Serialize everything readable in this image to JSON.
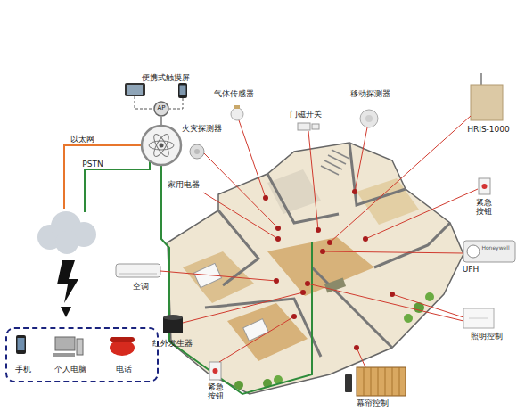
{
  "diagram": {
    "nodes": [
      {
        "text": [
          "AP"
        ]
      },
      {
        "text": [
          "手机",
          "个人电脑",
          "电话"
        ]
      }
    ],
    "labels": [
      "便携式触摸屏",
      "以太网",
      "PSTN",
      "火灾探测器",
      "家用电器",
      "气体传感器",
      "门磁开关",
      "移动探测器",
      "HRIS-1000",
      "紧急按钮",
      "Honeywell",
      "UFH",
      "照明控制",
      "幕帘控制",
      "红外发生器",
      "空调",
      "紧急按钮"
    ]
  }
}
